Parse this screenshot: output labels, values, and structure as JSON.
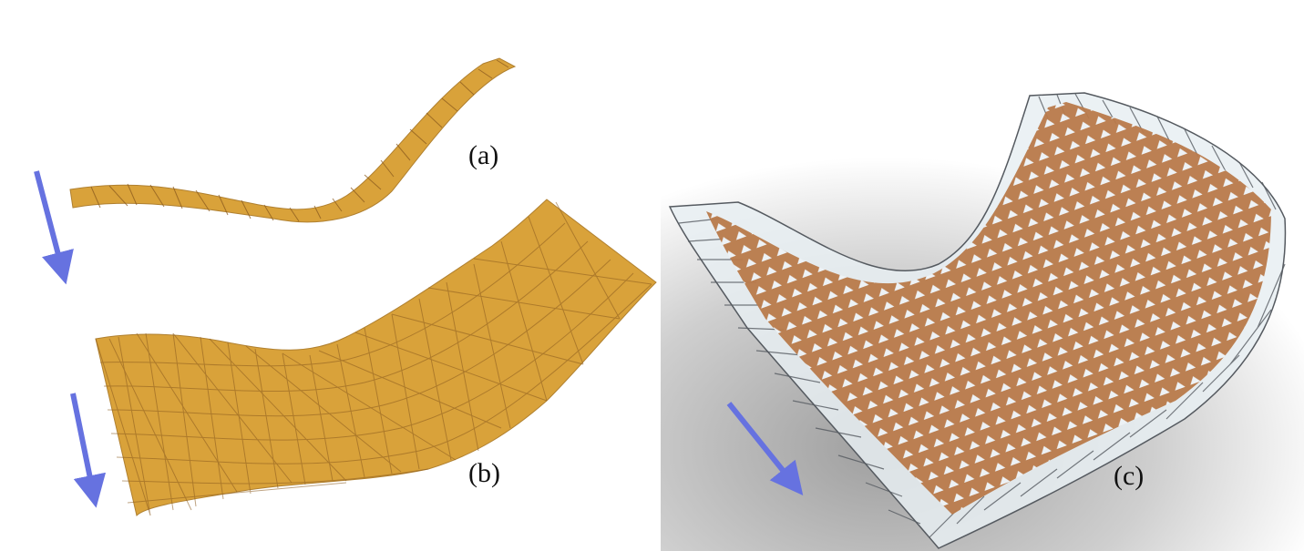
{
  "figure": {
    "panels": [
      {
        "id": "a",
        "label": "(a)",
        "description": "Narrow triangulated strip bending under load"
      },
      {
        "id": "b",
        "label": "(b)",
        "description": "Wide triangulated sheet bending under load"
      },
      {
        "id": "c",
        "label": "(c)",
        "description": "Perforated lattice surface draped over triangulated mesh"
      }
    ],
    "arrows": [
      {
        "panel": "a",
        "direction": "down",
        "icon": "load-arrow-icon"
      },
      {
        "panel": "b",
        "direction": "down",
        "icon": "load-arrow-icon"
      },
      {
        "panel": "c",
        "direction": "down-right",
        "icon": "load-arrow-icon"
      }
    ],
    "colors": {
      "strip_fill": "#d9a23a",
      "strip_edges": "#8a5a1e",
      "lattice_fill": "#b97a4a",
      "mesh_lines": "#555a60",
      "mesh_fill": "#dfe7ec",
      "arrow": "#6672e0",
      "shadow": "#b8b8b8"
    }
  }
}
